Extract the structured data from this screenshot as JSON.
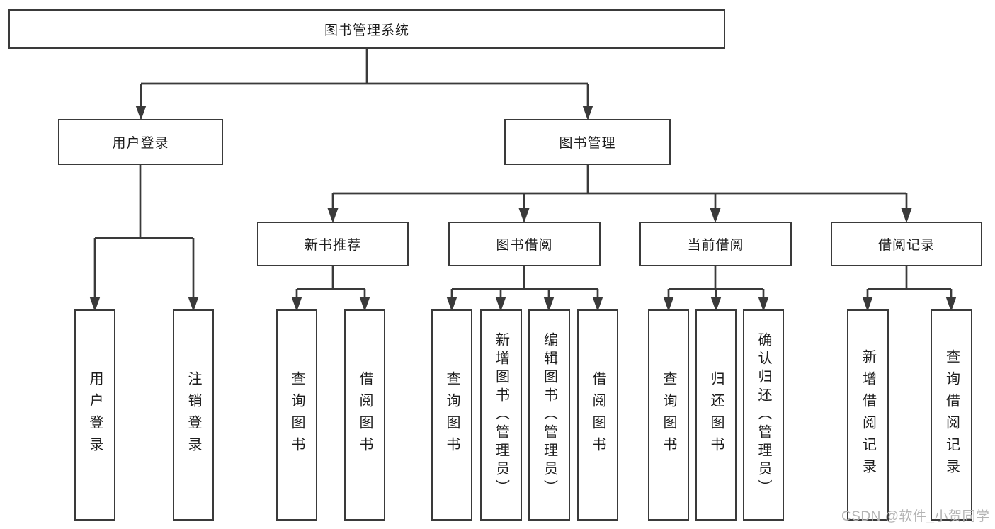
{
  "diagram": {
    "root": "图书管理系统",
    "level2": [
      "用户登录",
      "图书管理"
    ],
    "level3": [
      "新书推荐",
      "图书借阅",
      "当前借阅",
      "借阅记录"
    ],
    "level4_groups": [
      {
        "parent": "用户登录",
        "items": [
          "用户登录",
          "注销登录"
        ]
      },
      {
        "parent": "新书推荐",
        "items": [
          "查询图书",
          "借阅图书"
        ]
      },
      {
        "parent": "图书借阅",
        "items": [
          "查询图书",
          "新增图书（管理员）",
          "编辑图书（管理员）",
          "借阅图书"
        ]
      },
      {
        "parent": "当前借阅",
        "items": [
          "查询图书",
          "归还图书",
          "确认归还（管理员）"
        ]
      },
      {
        "parent": "借阅记录",
        "items": [
          "新增借阅记录",
          "查询借阅记录"
        ]
      }
    ]
  },
  "watermark": "CSDN @软件_小贺同学",
  "colors": {
    "line": "#3a3a3a",
    "box_border": "#3a3a3a",
    "text": "#1d1d1d",
    "watermark": "#b4b4b4",
    "background": "#ffffff"
  }
}
